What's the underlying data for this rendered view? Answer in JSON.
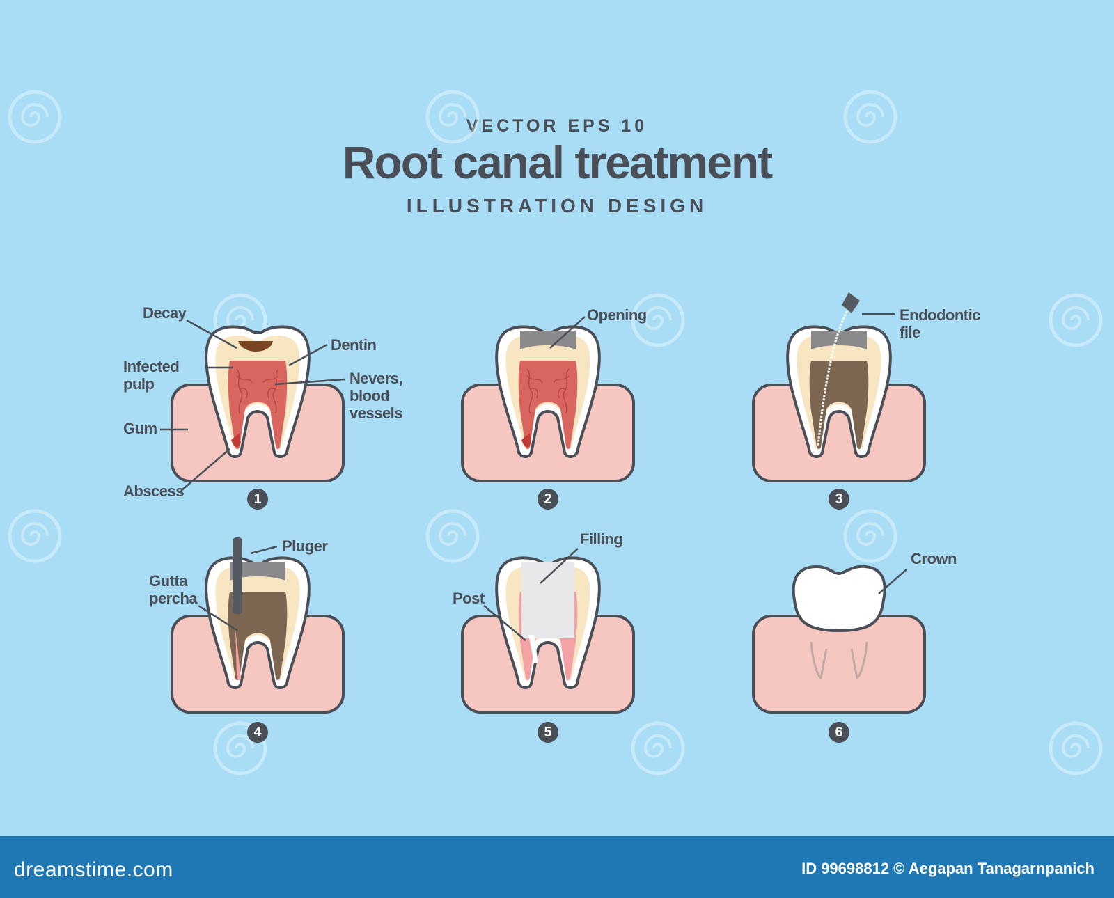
{
  "header": {
    "supertitle": "VECTOR EPS 10",
    "title": "Root canal treatment",
    "subtitle": "ILLUSTRATION DESIGN"
  },
  "colors": {
    "background": "#a9ddf6",
    "outline": "#4a4f57",
    "gum": "#f6c6c0",
    "enamel": "#ffffff",
    "dentin": "#f8e6c2",
    "pulp": "#d9655f",
    "decay": "#7a4520",
    "filling_dark": "#7c6651",
    "filling_light": "#e8e8ea",
    "footer": "#1f78b4"
  },
  "steps": [
    {
      "number": "1",
      "labels": {
        "decay": "Decay",
        "infected_pulp": "Infected\npulp",
        "gum": "Gum",
        "abscess": "Abscess",
        "dentin": "Dentin",
        "nerves": "Nevers,\nblood\nvessels"
      }
    },
    {
      "number": "2",
      "labels": {
        "opening": "Opening"
      }
    },
    {
      "number": "3",
      "labels": {
        "endodontic_file": "Endodontic\nfile"
      }
    },
    {
      "number": "4",
      "labels": {
        "pluger": "Pluger",
        "gutta_percha": "Gutta\npercha"
      }
    },
    {
      "number": "5",
      "labels": {
        "filling": "Filling",
        "post": "Post"
      }
    },
    {
      "number": "6",
      "labels": {
        "crown": "Crown"
      }
    }
  ],
  "footer": {
    "brand": "dreamstime.com",
    "credit": "ID 99698812 © Aegapan Tanagarnpanich"
  }
}
